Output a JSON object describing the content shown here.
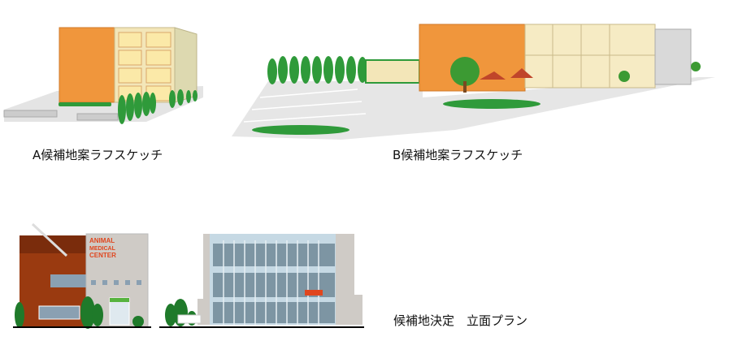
{
  "captions": {
    "sketch_a": "A候補地案ラフスケッチ",
    "sketch_b": "B候補地案ラフスケッチ",
    "elevation": "候補地決定　立面プラン"
  },
  "elevation_left": {
    "sign_lines": [
      "ANIMAL",
      "MEDICAL",
      "CENTER"
    ]
  },
  "colors": {
    "orange_wall": "#f0963c",
    "cream_wall": "#f3e6b8",
    "brown_wall": "#9a3a10",
    "gray_panel": "#cfcbc6",
    "glass": "#8aa0ad",
    "tree_green": "#2f9a3a",
    "sign_red": "#e0461e"
  }
}
